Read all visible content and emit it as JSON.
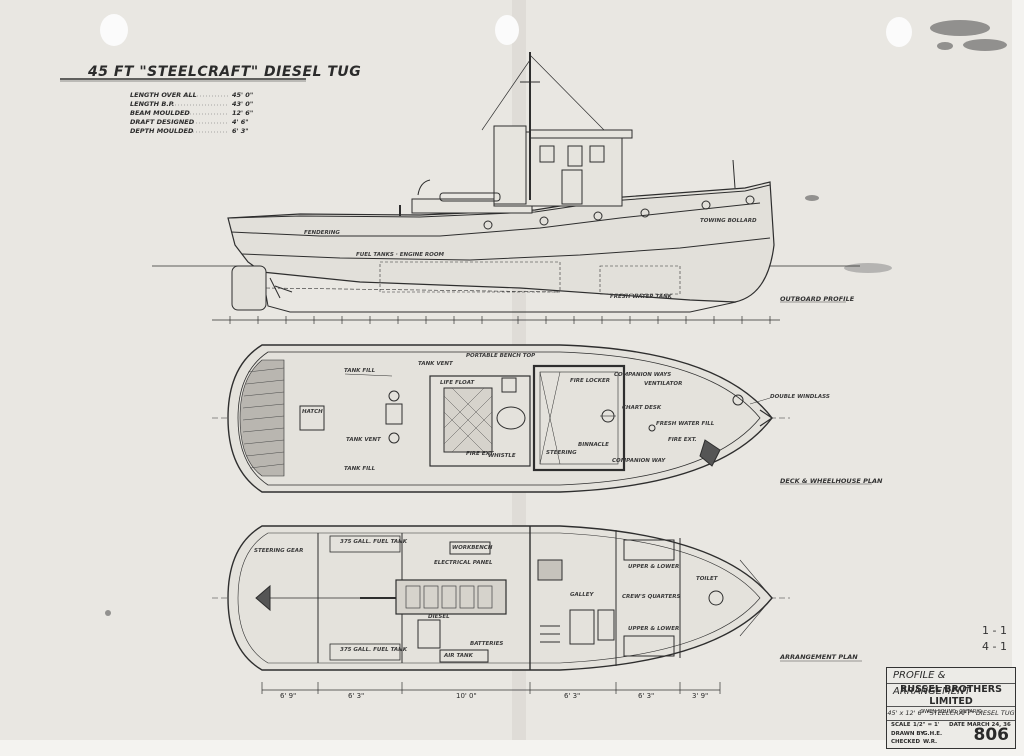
{
  "title": "45 FT \"STEELCRAFT\" DIESEL TUG",
  "specs": [
    {
      "label": "LENGTH OVER ALL",
      "value": "45' 0\""
    },
    {
      "label": "LENGTH B.P.",
      "value": "43' 0\""
    },
    {
      "label": "BEAM MOULDED",
      "value": "12' 6\""
    },
    {
      "label": "DRAFT DESIGNED",
      "value": "4' 6\""
    },
    {
      "label": "DEPTH MOULDED",
      "value": "6' 3\""
    }
  ],
  "profile_labels": {
    "view_name": "OUTBOARD PROFILE",
    "fresh_water_tank": "FRESH WATER TANK",
    "fuel_tank": "FUEL TANKS · ENGINE ROOM",
    "fendering": "FENDERING",
    "towing_bollard": "TOWING BOLLARD"
  },
  "deck_labels": {
    "view_name": "DECK & WHEELHOUSE PLAN",
    "portable_bench_top": "PORTABLE BENCH TOP",
    "tank_vent_top": "TANK VENT",
    "tank_fill_top": "TANK FILL",
    "life_float": "LIFE FLOAT",
    "tank_vent_mid": "TANK VENT",
    "tank_fill_low": "TANK FILL",
    "hatch": "HATCH",
    "fire_extinguisher": "FIRE EXT.",
    "fire_locker": "FIRE LOCKER",
    "companion_ways": "COMPANION WAYS",
    "ventilator": "VENTILATOR",
    "chart_desk": "CHART DESK",
    "binnacle": "BINNACLE",
    "fresh_water_fill": "FRESH WATER FILL",
    "fire_extinguisher_2": "FIRE EXT.",
    "double_windlass": "DOUBLE WINDLASS",
    "steering": "STEERING",
    "whistle": "WHISTLE",
    "companion_way": "COMPANION WAY"
  },
  "arrangement_labels": {
    "view_name": "ARRANGEMENT PLAN",
    "steering_gear": "STEERING GEAR",
    "fuel_tank_top": "375 GALL. FUEL TANK",
    "fuel_tank_bottom": "375 GALL. FUEL TANK",
    "workbench": "WORKBENCH",
    "electrical_panel": "ELECTRICAL PANEL",
    "engine": "DIESEL",
    "air_tank": "AIR TANK",
    "batteries": "BATTERIES",
    "galley": "GALLEY",
    "upper_lower_top": "UPPER & LOWER",
    "upper_lower_bottom": "UPPER & LOWER",
    "toilet": "TOILET",
    "crews_quarters": "CREW'S QUARTERS"
  },
  "dimensions": [
    "6' 9\"",
    "6' 3\"",
    "10' 0\"",
    "6' 3\"",
    "6' 3\"",
    "3' 9\""
  ],
  "scale_notes": [
    "1 - 1",
    "4 - 1"
  ],
  "title_block": {
    "heading": "PROFILE & ARRANGEMENT",
    "company": "RUSSEL BROTHERS LIMITED",
    "location": "OWEN SOUND, ONTARIO",
    "vessel": "45' x 12' 6\" \"STEELCRAFT\" DIESEL TUG",
    "scale_label": "SCALE",
    "scale_value": "1/2\" = 1'",
    "date_label": "DATE",
    "date_value": "MARCH 24, 36",
    "drawn_label": "DRAWN BY",
    "drawn_value": "G.H.E.",
    "checked_label": "CHECKED",
    "checked_value": "W.R.",
    "drawing_number": "806"
  },
  "colors": {
    "paper": "#e9e7e2",
    "ink": "#2a2a2a"
  }
}
